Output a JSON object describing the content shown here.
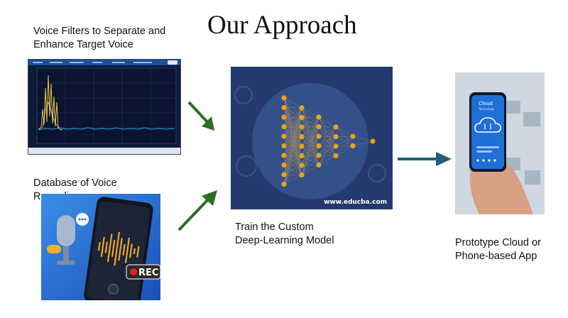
{
  "title": "Our Approach",
  "steps": {
    "filters": {
      "line1": "Voice Filters to Separate and",
      "line2": "Enhance Target Voice"
    },
    "database": {
      "line1": "Database of Voice",
      "line2": "Recordings"
    },
    "model": {
      "line1": "Train the Custom",
      "line2": "Deep-Learning Model"
    },
    "app": {
      "line1": "Prototype Cloud or",
      "line2": "Phone-based App"
    }
  },
  "nn_image": {
    "watermark": "www.educba.com"
  },
  "voice_image": {
    "rec_badge": "REC"
  },
  "phone_image": {
    "screen_title": "Cloud",
    "screen_subtitle": "Technology"
  },
  "colors": {
    "arrow_green": "#2a6f22",
    "arrow_teal": "#1f5f78",
    "nn_bg": "#243a6e",
    "nn_node": "#e8a317"
  }
}
